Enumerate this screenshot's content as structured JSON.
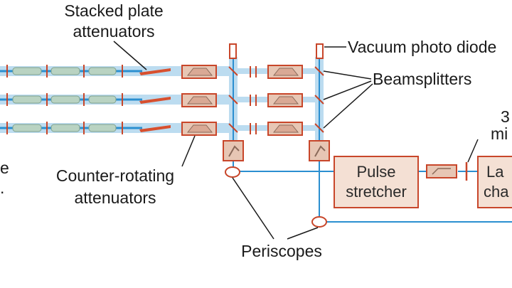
{
  "diagram": {
    "labels": {
      "stacked_plate_line1": "Stacked plate",
      "stacked_plate_line2": "attenuators",
      "vacuum_photo": "Vacuum photo diode",
      "beamsplitters": "Beamsplitters",
      "counter_rotating_line1": "Counter-rotating",
      "counter_rotating_line2": "attenuators",
      "periscopes": "Periscopes",
      "left_fragment_1": "e",
      "left_fragment_2": ".",
      "right_fragment_1": "3",
      "right_fragment_2": "mi"
    },
    "boxes": {
      "pulse_stretcher_line1": "Pulse",
      "pulse_stretcher_line2": "stretcher",
      "laser_chain_line1": "La",
      "laser_chain_line2": "cha"
    }
  },
  "colors": {
    "beam_light": "#bcdcf0",
    "beam_core": "#2b8fd0",
    "component_fill": "#e7c6b4",
    "component_stroke": "#c8462a",
    "box_fill": "#f4e0d4",
    "box_stroke": "#c8462a",
    "text": "#1a1a1a"
  }
}
